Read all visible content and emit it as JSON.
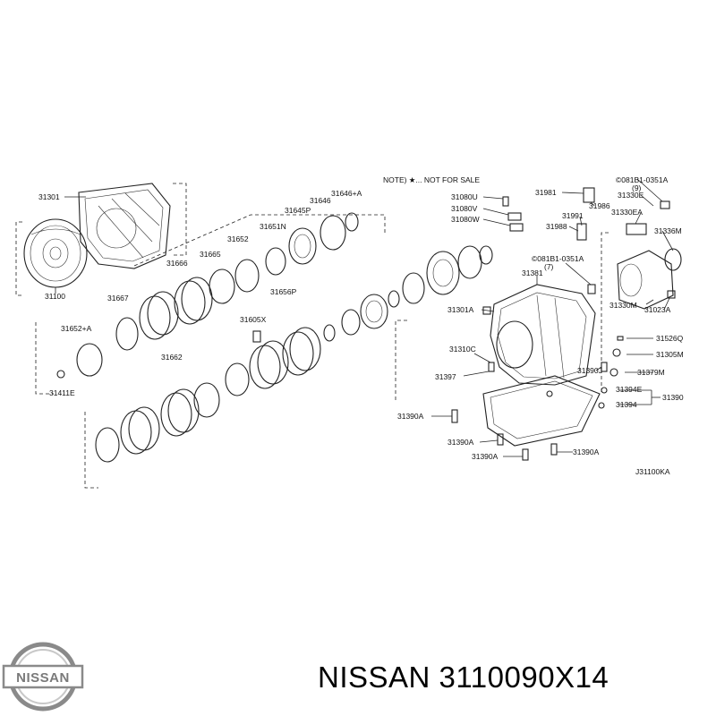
{
  "note": "NOTE) ★... NOT FOR SALE",
  "diagram_code": "J31100KA",
  "brand": "NISSAN",
  "part_number": "3110090X14",
  "title": "NISSAN 3110090X14",
  "labels": {
    "l31301": "31301",
    "l31100": "31100",
    "l31666": "31666",
    "l31665": "31665",
    "l31652": "31652",
    "l31651N": "31651N",
    "l31645P": "31645P",
    "l31646": "31646",
    "l31646A": "31646+A",
    "l31656P": "31656P",
    "l31667": "31667",
    "l31652A": "31652+A",
    "l31662": "31662",
    "l31605X": "31605X",
    "l31411E": "31411E",
    "l31080U": "31080U",
    "l31080V": "31080V",
    "l31080W": "31080W",
    "l31981": "31981",
    "l31986": "31986",
    "l31991": "31991",
    "l31988": "31988",
    "l0351A": "©081B1-0351A",
    "l9": "(9)",
    "l31330E": "31330E",
    "l31330EA": "31330EA",
    "l31336M": "31336M",
    "l0351A7": "©081B1-0351A",
    "l7": "(7)",
    "l31381": "31381",
    "l31301A": "31301A",
    "l31330M": "31330M",
    "l31023A": "31023A",
    "l31526Q": "31526Q",
    "l31305M": "31305M",
    "l31310C": "31310C",
    "l31397": "31397",
    "l31390J": "31390J",
    "l31379M": "31379M",
    "l31394E": "31394E",
    "l31390": "31390",
    "l31394": "31394",
    "l31390A_1": "31390A",
    "l31390A_2": "31390A",
    "l31390A_3": "31390A",
    "l31390A_4": "31390A"
  }
}
